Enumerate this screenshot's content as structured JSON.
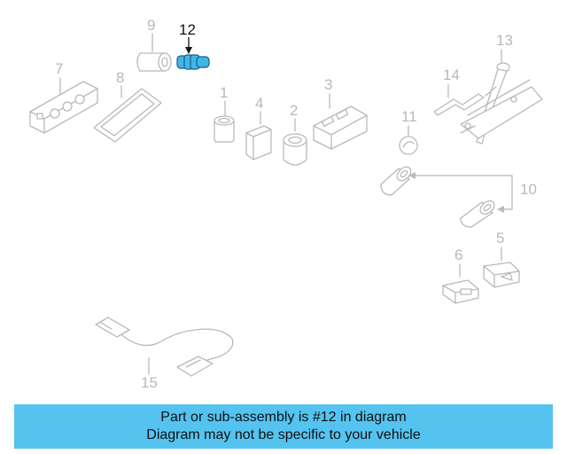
{
  "diagram": {
    "callouts": [
      {
        "id": "12",
        "label": "12",
        "highlighted": true
      },
      {
        "id": "9",
        "label": "9"
      },
      {
        "id": "7",
        "label": "7"
      },
      {
        "id": "8",
        "label": "8"
      },
      {
        "id": "13",
        "label": "13"
      },
      {
        "id": "14",
        "label": "14"
      },
      {
        "id": "1",
        "label": "1"
      },
      {
        "id": "4",
        "label": "4"
      },
      {
        "id": "2",
        "label": "2"
      },
      {
        "id": "3",
        "label": "3"
      },
      {
        "id": "11",
        "label": "11"
      },
      {
        "id": "10",
        "label": "10"
      },
      {
        "id": "5",
        "label": "5"
      },
      {
        "id": "6",
        "label": "6"
      },
      {
        "id": "15",
        "label": "15"
      }
    ],
    "highlight_color": "#3fb6e8",
    "line_color": "#b9b9b9"
  },
  "banner": {
    "line1": "Part or sub-assembly is #12 in diagram",
    "line2": "Diagram may not be specific to your vehicle",
    "background": "#55c3f0"
  }
}
